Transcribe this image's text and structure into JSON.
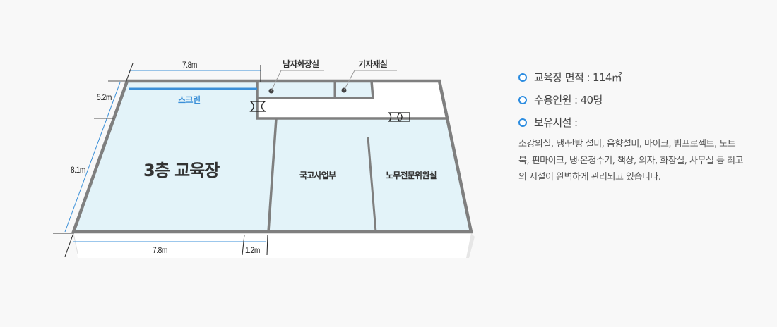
{
  "floorplan": {
    "main_room": "3층 교육장",
    "screen_label": "스크린",
    "rooms": [
      {
        "name": "국고사업부"
      },
      {
        "name": "노무전문위원실"
      }
    ],
    "callouts": [
      {
        "label": "남자화장실"
      },
      {
        "label": "기자재실"
      }
    ],
    "dimensions": {
      "top_width": "7.8m",
      "left_top": "5.2m",
      "left_total": "8.1m",
      "bottom_width": "7.8m",
      "bottom_extra": "1.2m"
    },
    "colors": {
      "room_fill": "#e3f3f9",
      "wall": "#7f7f7f",
      "screen_line": "#3a8fd8",
      "dimension_line": "#3a8fd8"
    }
  },
  "info": {
    "items": [
      {
        "text": "교육장 면적 : 114㎡"
      },
      {
        "text": "수용인원 : 40명"
      },
      {
        "text": "보유시설 :"
      }
    ],
    "description": "소강의실, 냉·난방 설비, 음향설비, 마이크, 빔프로젝트, 노트북, 핀마이크, 냉·온정수기, 책상, 의자, 화장실, 사무실 등 최고의 시설이 완벽하게 관리되고 있습니다.",
    "bullet_color": "#2b8ce0"
  }
}
